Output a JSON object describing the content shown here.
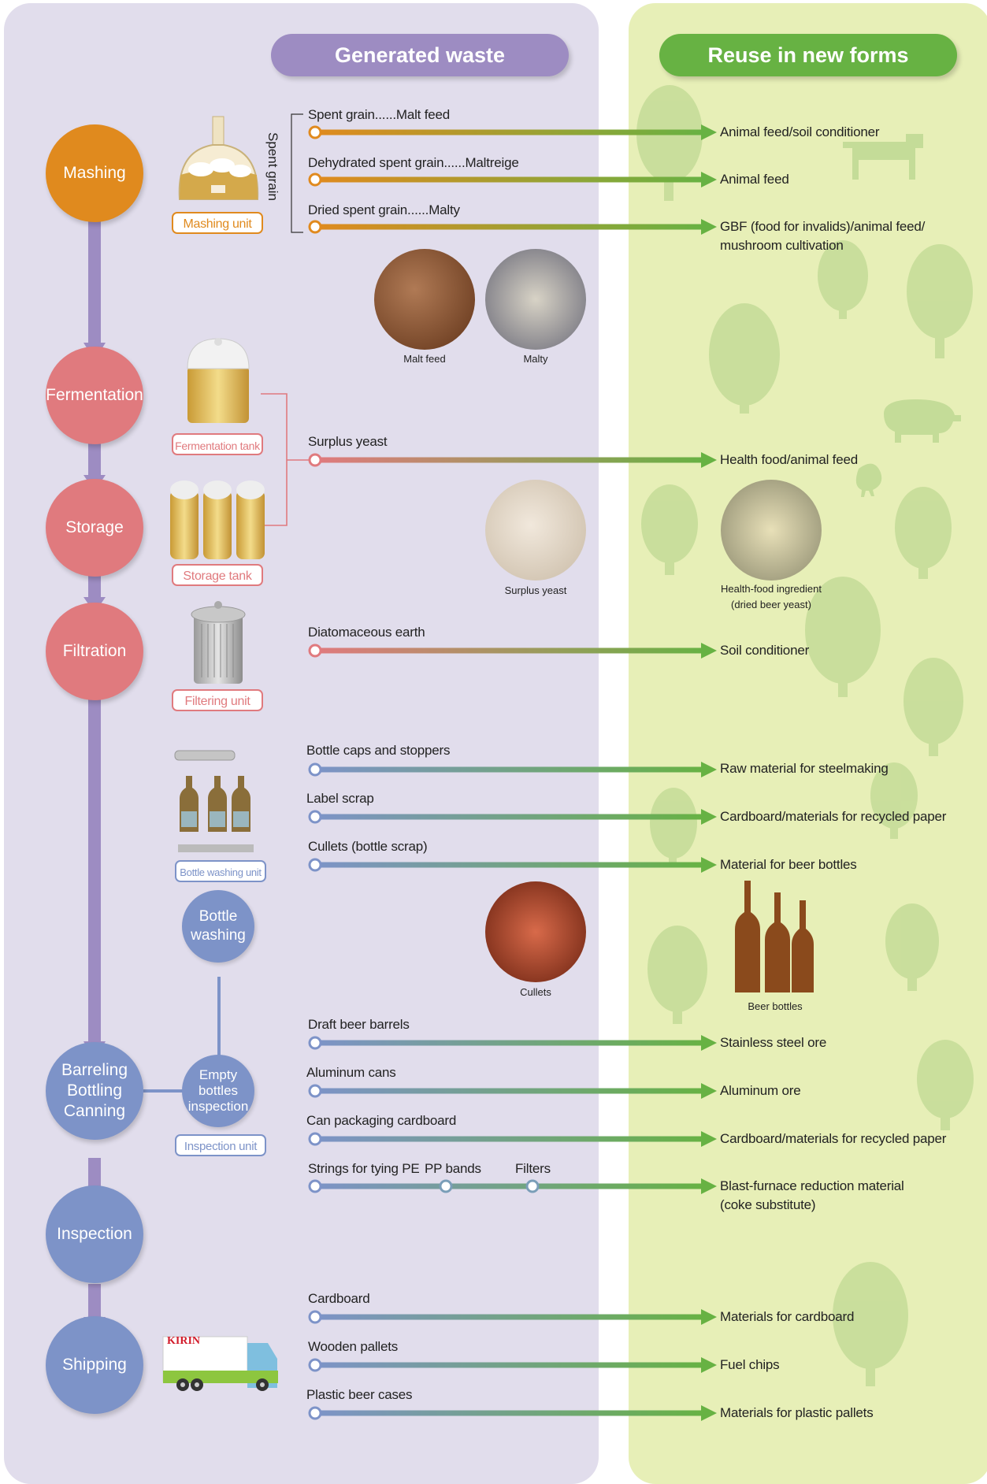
{
  "headers": {
    "generated_waste": "Generated waste",
    "reuse": "Reuse in new forms"
  },
  "stages": {
    "mashing": "Mashing",
    "fermentation": "Fermentation",
    "storage": "Storage",
    "filtration": "Filtration",
    "barreling": "Barreling\nBottling\nCanning",
    "inspection": "Inspection",
    "shipping": "Shipping"
  },
  "sub_stages": {
    "bottle_washing": "Bottle\nwashing",
    "empty_bottles_inspection": "Empty\nbottles\ninspection"
  },
  "units": {
    "mashing_unit": "Mashing unit",
    "fermentation_tank": "Fermentation tank",
    "storage_tank": "Storage tank",
    "filtering_unit": "Filtering unit",
    "bottle_washing_unit": "Bottle washing unit",
    "inspection_unit": "Inspection unit"
  },
  "spent_grain_label": "Spent grain",
  "truck_brand": "KIRIN",
  "waste": {
    "spent_grain_malt_feed": "Spent grain......Malt feed",
    "dehydrated_spent_grain": "Dehydrated spent grain......Maltreige",
    "dried_spent_grain": "Dried spent grain......Malty",
    "surplus_yeast": "Surplus yeast",
    "diatomaceous_earth": "Diatomaceous earth",
    "bottle_caps": "Bottle caps and stoppers",
    "label_scrap": "Label scrap",
    "cullets": "Cullets (bottle scrap)",
    "draft_beer_barrels": "Draft beer barrels",
    "aluminum_cans": "Aluminum cans",
    "can_packaging_cardboard": "Can packaging cardboard",
    "strings_pe": "Strings for tying PE",
    "pp_bands": "PP bands",
    "filters": "Filters",
    "cardboard": "Cardboard",
    "wooden_pallets": "Wooden pallets",
    "plastic_beer_cases": "Plastic beer cases"
  },
  "reuse": {
    "animal_feed_soil": "Animal feed/soil conditioner",
    "animal_feed": "Animal feed",
    "gbf": "GBF (food for invalids)/animal feed/\nmushroom cultivation",
    "health_food": "Health food/animal feed",
    "soil_conditioner": "Soil conditioner",
    "steelmaking": "Raw material for steelmaking",
    "recycled_paper_1": "Cardboard/materials for recycled paper",
    "beer_bottles_material": "Material for beer bottles",
    "stainless_steel": "Stainless steel ore",
    "aluminum_ore": "Aluminum ore",
    "recycled_paper_2": "Cardboard/materials for recycled paper",
    "blast_furnace": "Blast-furnace reduction material\n(coke substitute)",
    "materials_for_cardboard": "Materials for cardboard",
    "fuel_chips": "Fuel chips",
    "plastic_pallets": "Materials for plastic pallets"
  },
  "photo_captions": {
    "malt_feed": "Malt feed",
    "malty": "Malty",
    "surplus_yeast": "Surplus yeast",
    "health_food": "Health-food ingredient\n(dried beer yeast)",
    "cullets": "Cullets",
    "beer_bottles": "Beer bottles"
  },
  "colors": {
    "orange": "#e08a1e",
    "pink": "#e07a7e",
    "blue": "#7d93c8",
    "green": "#67b243",
    "flow_arrow": "#9d8cc2"
  }
}
